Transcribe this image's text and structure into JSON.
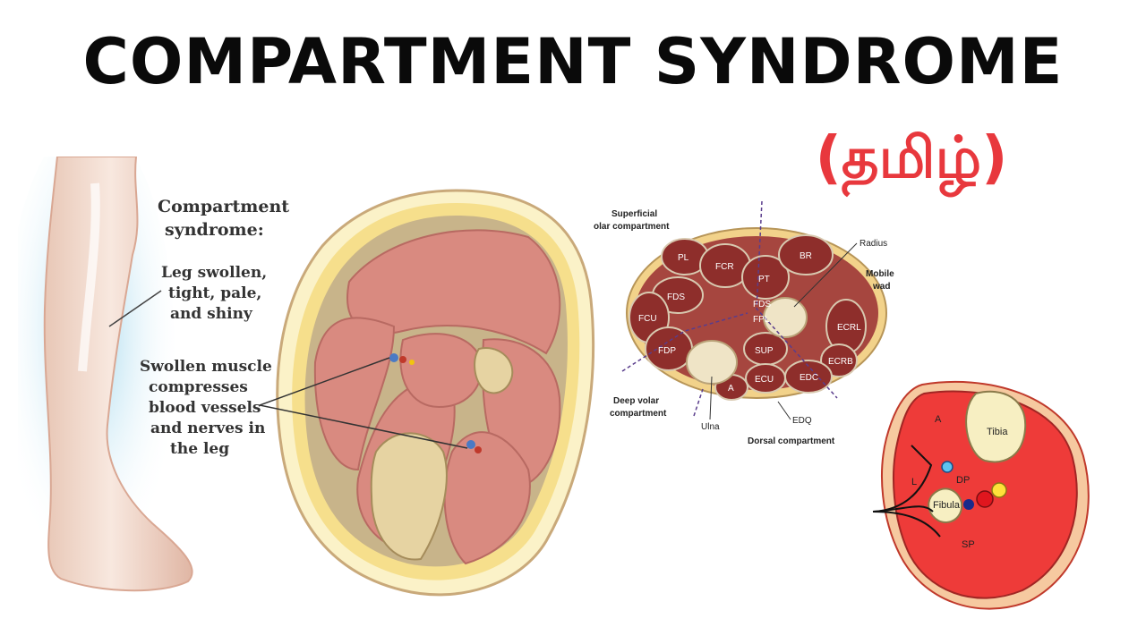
{
  "title": "COMPARTMENT SYNDROME",
  "subtitle": "(தமிழ்)",
  "leg_panel": {
    "heading_line1": "Compartment",
    "heading_line2": "syndrome:",
    "note1_lines": [
      "Leg swollen,",
      "tight, pale,",
      "and shiny"
    ],
    "note2_lines": [
      "Swollen muscle",
      "compresses",
      "blood vessels",
      "and nerves in",
      "the leg"
    ]
  },
  "forearm_panel": {
    "labels": {
      "superficial": "Superficial",
      "volar_compartment": "olar compartment",
      "radius": "Radius",
      "mobile": "Mobile",
      "wad": "wad",
      "deep_volar": "Deep volar",
      "compartment": "compartment",
      "ulna": "Ulna",
      "edq": "EDQ",
      "dorsal": "Dorsal compartment"
    },
    "muscles": {
      "pl": "PL",
      "fcr": "FCR",
      "br": "BR",
      "pt": "PT",
      "fds1": "FDS",
      "fds2": "FDS",
      "fpl": "FPL",
      "fcu": "FCU",
      "ecrl": "ECRL",
      "fdp": "FDP",
      "sup": "SUP",
      "ecrb": "ECRB",
      "ecu": "ECU",
      "edc": "EDC",
      "a": "A"
    }
  },
  "leg_section_panel": {
    "a": "A",
    "tibia": "Tibia",
    "l": "L",
    "dp": "DP",
    "fibula": "Fibula",
    "sp": "SP"
  },
  "colors": {
    "subtitle": "#e8383d",
    "muscle": "#d98a80",
    "fat": "#f6df8c",
    "forearm_muscle": "#8e2e2b",
    "leg_section_red": "#ee3b39"
  }
}
